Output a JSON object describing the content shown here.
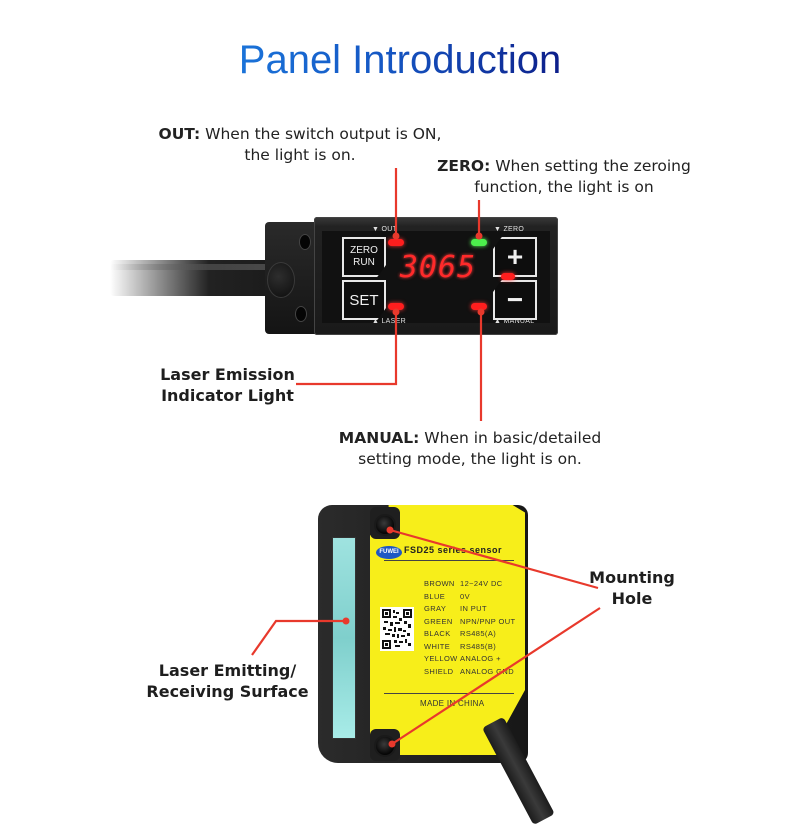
{
  "title": "Panel Introduction",
  "colors": {
    "title_start": "#1a73d9",
    "title_end": "#0d1f8a",
    "callout_line": "#e8392c",
    "led_red": "#ff1e1e",
    "led_green": "#4cf04c",
    "sensor_label": "#f7ee1a",
    "lens": "#9fe3e0"
  },
  "amplifier": {
    "display_value": "3065",
    "keys": {
      "zero_run_line1": "ZERO",
      "zero_run_line2": "RUN",
      "set": "SET",
      "plus": "+",
      "minus": "−"
    },
    "indicator_labels": {
      "out": "▼ OUT",
      "zero": "▼ ZERO",
      "laser": "▲ LASER",
      "manual": "▲ MANUAL"
    }
  },
  "callouts": {
    "out": {
      "term": "OUT:",
      "line1": " When the switch output is ON,",
      "line2": "the light is on."
    },
    "zero": {
      "term": "ZERO:",
      "line1": " When setting the zeroing",
      "line2": "function, the light is on"
    },
    "laser": {
      "line1": "Laser Emission",
      "line2": "Indicator Light"
    },
    "manual": {
      "term": "MANUAL:",
      "line1": " When in basic/detailed",
      "line2": "setting mode, the light is on."
    },
    "surface": {
      "line1": "Laser Emitting/",
      "line2": "Receiving Surface"
    },
    "mounting": {
      "line1": "Mounting",
      "line2": "Hole"
    }
  },
  "sensor": {
    "brand": "FUWEI",
    "series": "FSD25 series sensor",
    "wiring": [
      {
        "color": "BROWN",
        "function": "12~24V DC"
      },
      {
        "color": "BLUE",
        "function": "0V"
      },
      {
        "color": "GRAY",
        "function": "IN PUT"
      },
      {
        "color": "GREEN",
        "function": "NPN/PNP OUT"
      },
      {
        "color": "BLACK",
        "function": "RS485(A)"
      },
      {
        "color": "WHITE",
        "function": "RS485(B)"
      },
      {
        "color": "YELLOW",
        "function": "ANALOG +"
      },
      {
        "color": "SHIELD",
        "function": "ANALOG GND"
      }
    ],
    "made_in": "MADE IN CHINA"
  }
}
